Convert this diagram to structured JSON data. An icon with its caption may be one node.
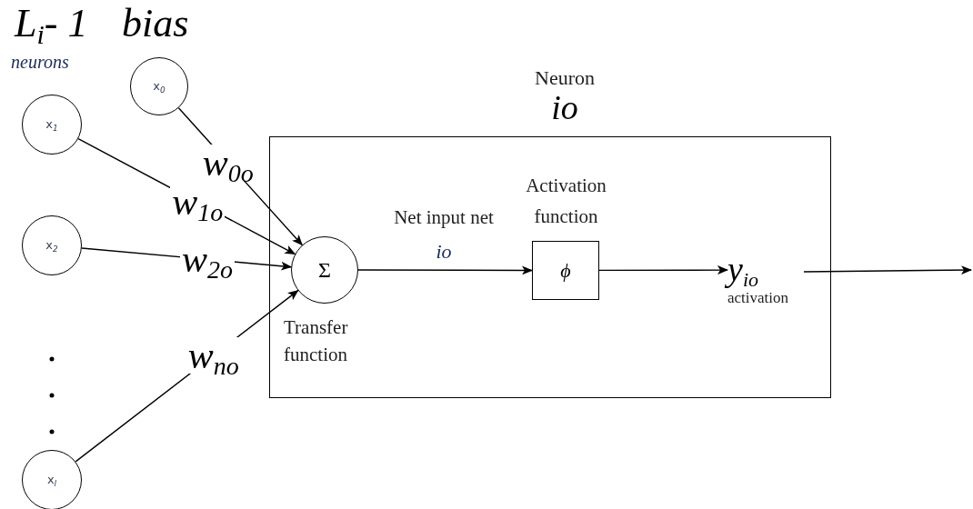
{
  "diagram": {
    "nodes": [
      {
        "text": [
          "x$_{0}$"
        ]
      },
      {
        "text": [
          "x$_{1}$"
        ]
      },
      {
        "text": [
          "x$_{2}$"
        ]
      },
      {
        "text": [
          "x$_{l}$"
        ]
      },
      {
        "text": [
          "Neuron",
          "io"
        ]
      },
      {
        "text": [
          "Σ"
        ],
        "beside": [
          "Transfer function"
        ],
        "in": 4
      },
      {
        "text": [
          "ϕ"
        ],
        "beside": [
          "Activation function"
        ],
        "in": 4
      },
      {
        "text": [
          "y$_{io}$"
        ],
        "beside": [
          "activation"
        ],
        "in": 4
      }
    ],
    "edges": [
      {
        "from": 0,
        "to": 5,
        "arrow": "to",
        "label": "w$_{0o}$"
      },
      {
        "from": 1,
        "to": 5,
        "arrow": "to",
        "label": "w$_{1o}$"
      },
      {
        "from": 2,
        "to": 5,
        "arrow": "to",
        "label": "w$_{2o}$"
      },
      {
        "from": 3,
        "to": 5,
        "arrow": "to",
        "label": "w$_{no}$"
      },
      {
        "from": 5,
        "to": 6,
        "arrow": "to",
        "label": "Net input net $_{io}$"
      },
      {
        "from": 6,
        "to": 7,
        "arrow": "to"
      },
      {
        "from": 7,
        "to": null,
        "arrow": "to"
      }
    ],
    "labels": [
      "L$_{i}$- 1",
      "bias",
      "neurons"
    ]
  }
}
